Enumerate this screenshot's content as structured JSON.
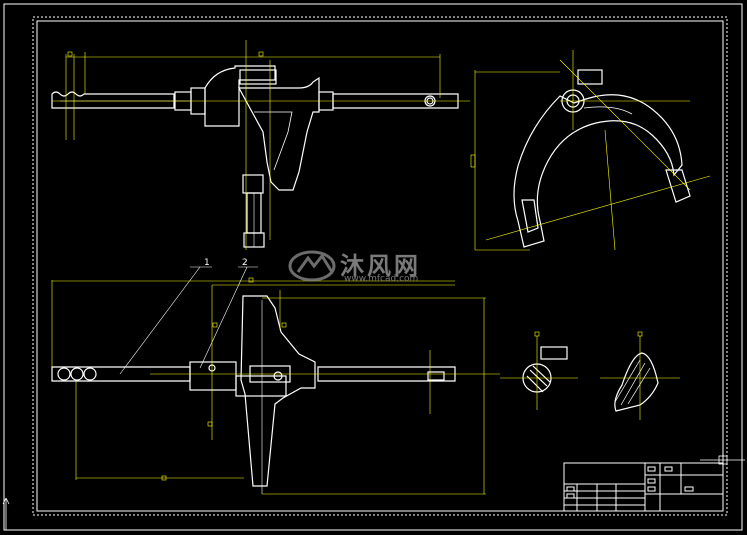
{
  "drawing": {
    "callouts": [
      "1",
      "2"
    ],
    "watermark": {
      "brand": "沐风网",
      "url": "www.mfcad.com"
    },
    "colors": {
      "background": "#000000",
      "outline": "#ffffff",
      "dimension": "#ffff00",
      "title_block": "#ffffff"
    }
  }
}
